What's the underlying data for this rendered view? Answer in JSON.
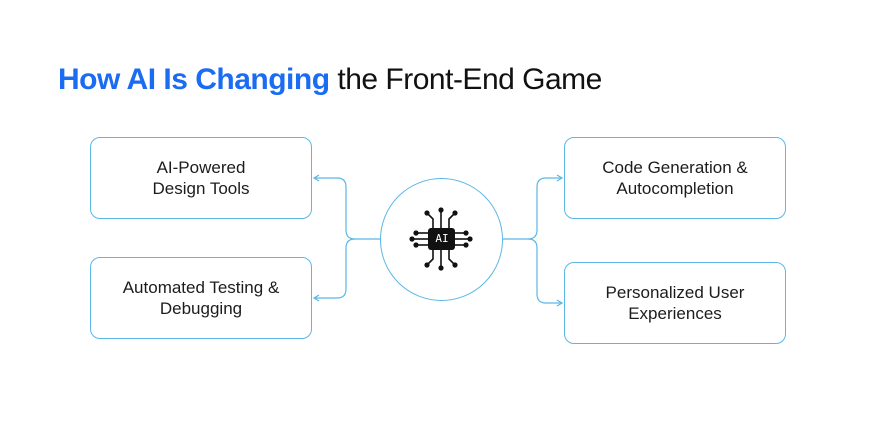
{
  "title": {
    "accent": "How AI Is Changing",
    "rest": " the Front-End Game"
  },
  "hub": {
    "label": "AI",
    "icon": "ai-chip-icon"
  },
  "nodes": {
    "left_top": {
      "line1": "AI-Powered",
      "line2": "Design Tools"
    },
    "left_bottom": {
      "line1": "Automated Testing &",
      "line2": "Debugging"
    },
    "right_top": {
      "line1": "Code Generation &",
      "line2": "Autocompletion"
    },
    "right_bottom": {
      "line1": "Personalized User",
      "line2": "Experiences"
    }
  },
  "colors": {
    "accent": "#1a6cf2",
    "border": "#5bb8e6",
    "text": "#1c1c1c",
    "chip": "#111111"
  }
}
